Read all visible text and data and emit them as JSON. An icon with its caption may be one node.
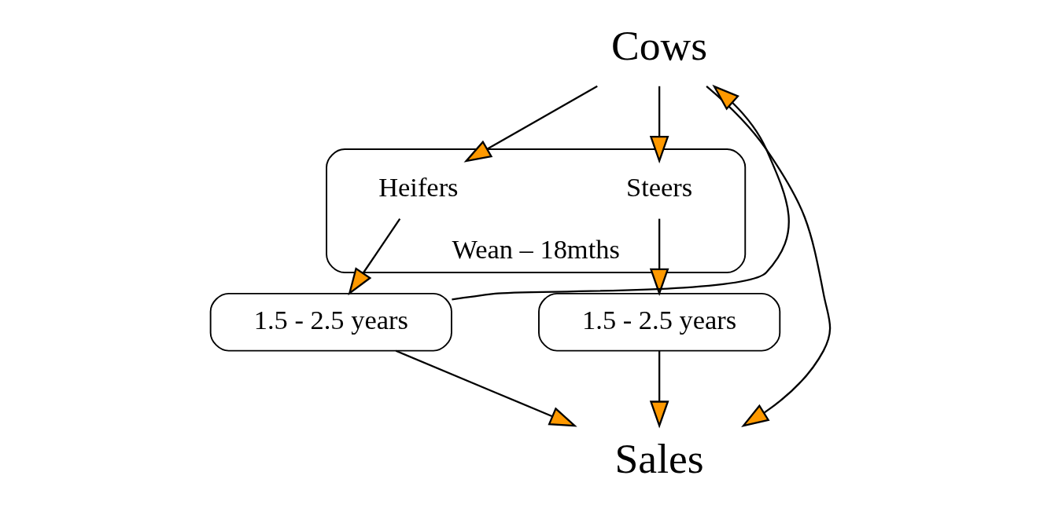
{
  "diagram": {
    "nodes": [
      {
        "text": [
          "Cows"
        ]
      },
      {
        "text": [
          "Wean – 18mths"
        ]
      },
      {
        "text": [
          "Heifers"
        ],
        "in": 1
      },
      {
        "text": [
          "Steers"
        ],
        "in": 1
      },
      {
        "text": [
          "1.5 - 2.5 years"
        ]
      },
      {
        "text": [
          "1.5 - 2.5 years"
        ]
      },
      {
        "text": [
          "Sales"
        ]
      }
    ],
    "edges": [
      {
        "from": 0,
        "to": 2,
        "arrow": "to"
      },
      {
        "from": 0,
        "to": 3,
        "arrow": "to"
      },
      {
        "from": 2,
        "to": 4,
        "arrow": "to"
      },
      {
        "from": 3,
        "to": 5,
        "arrow": "to"
      },
      {
        "from": 4,
        "to": 6,
        "arrow": "to"
      },
      {
        "from": 5,
        "to": 6,
        "arrow": "to"
      },
      {
        "from": 4,
        "to": 0,
        "arrow": "to"
      },
      {
        "from": 0,
        "to": 6,
        "arrow": "to"
      }
    ]
  }
}
